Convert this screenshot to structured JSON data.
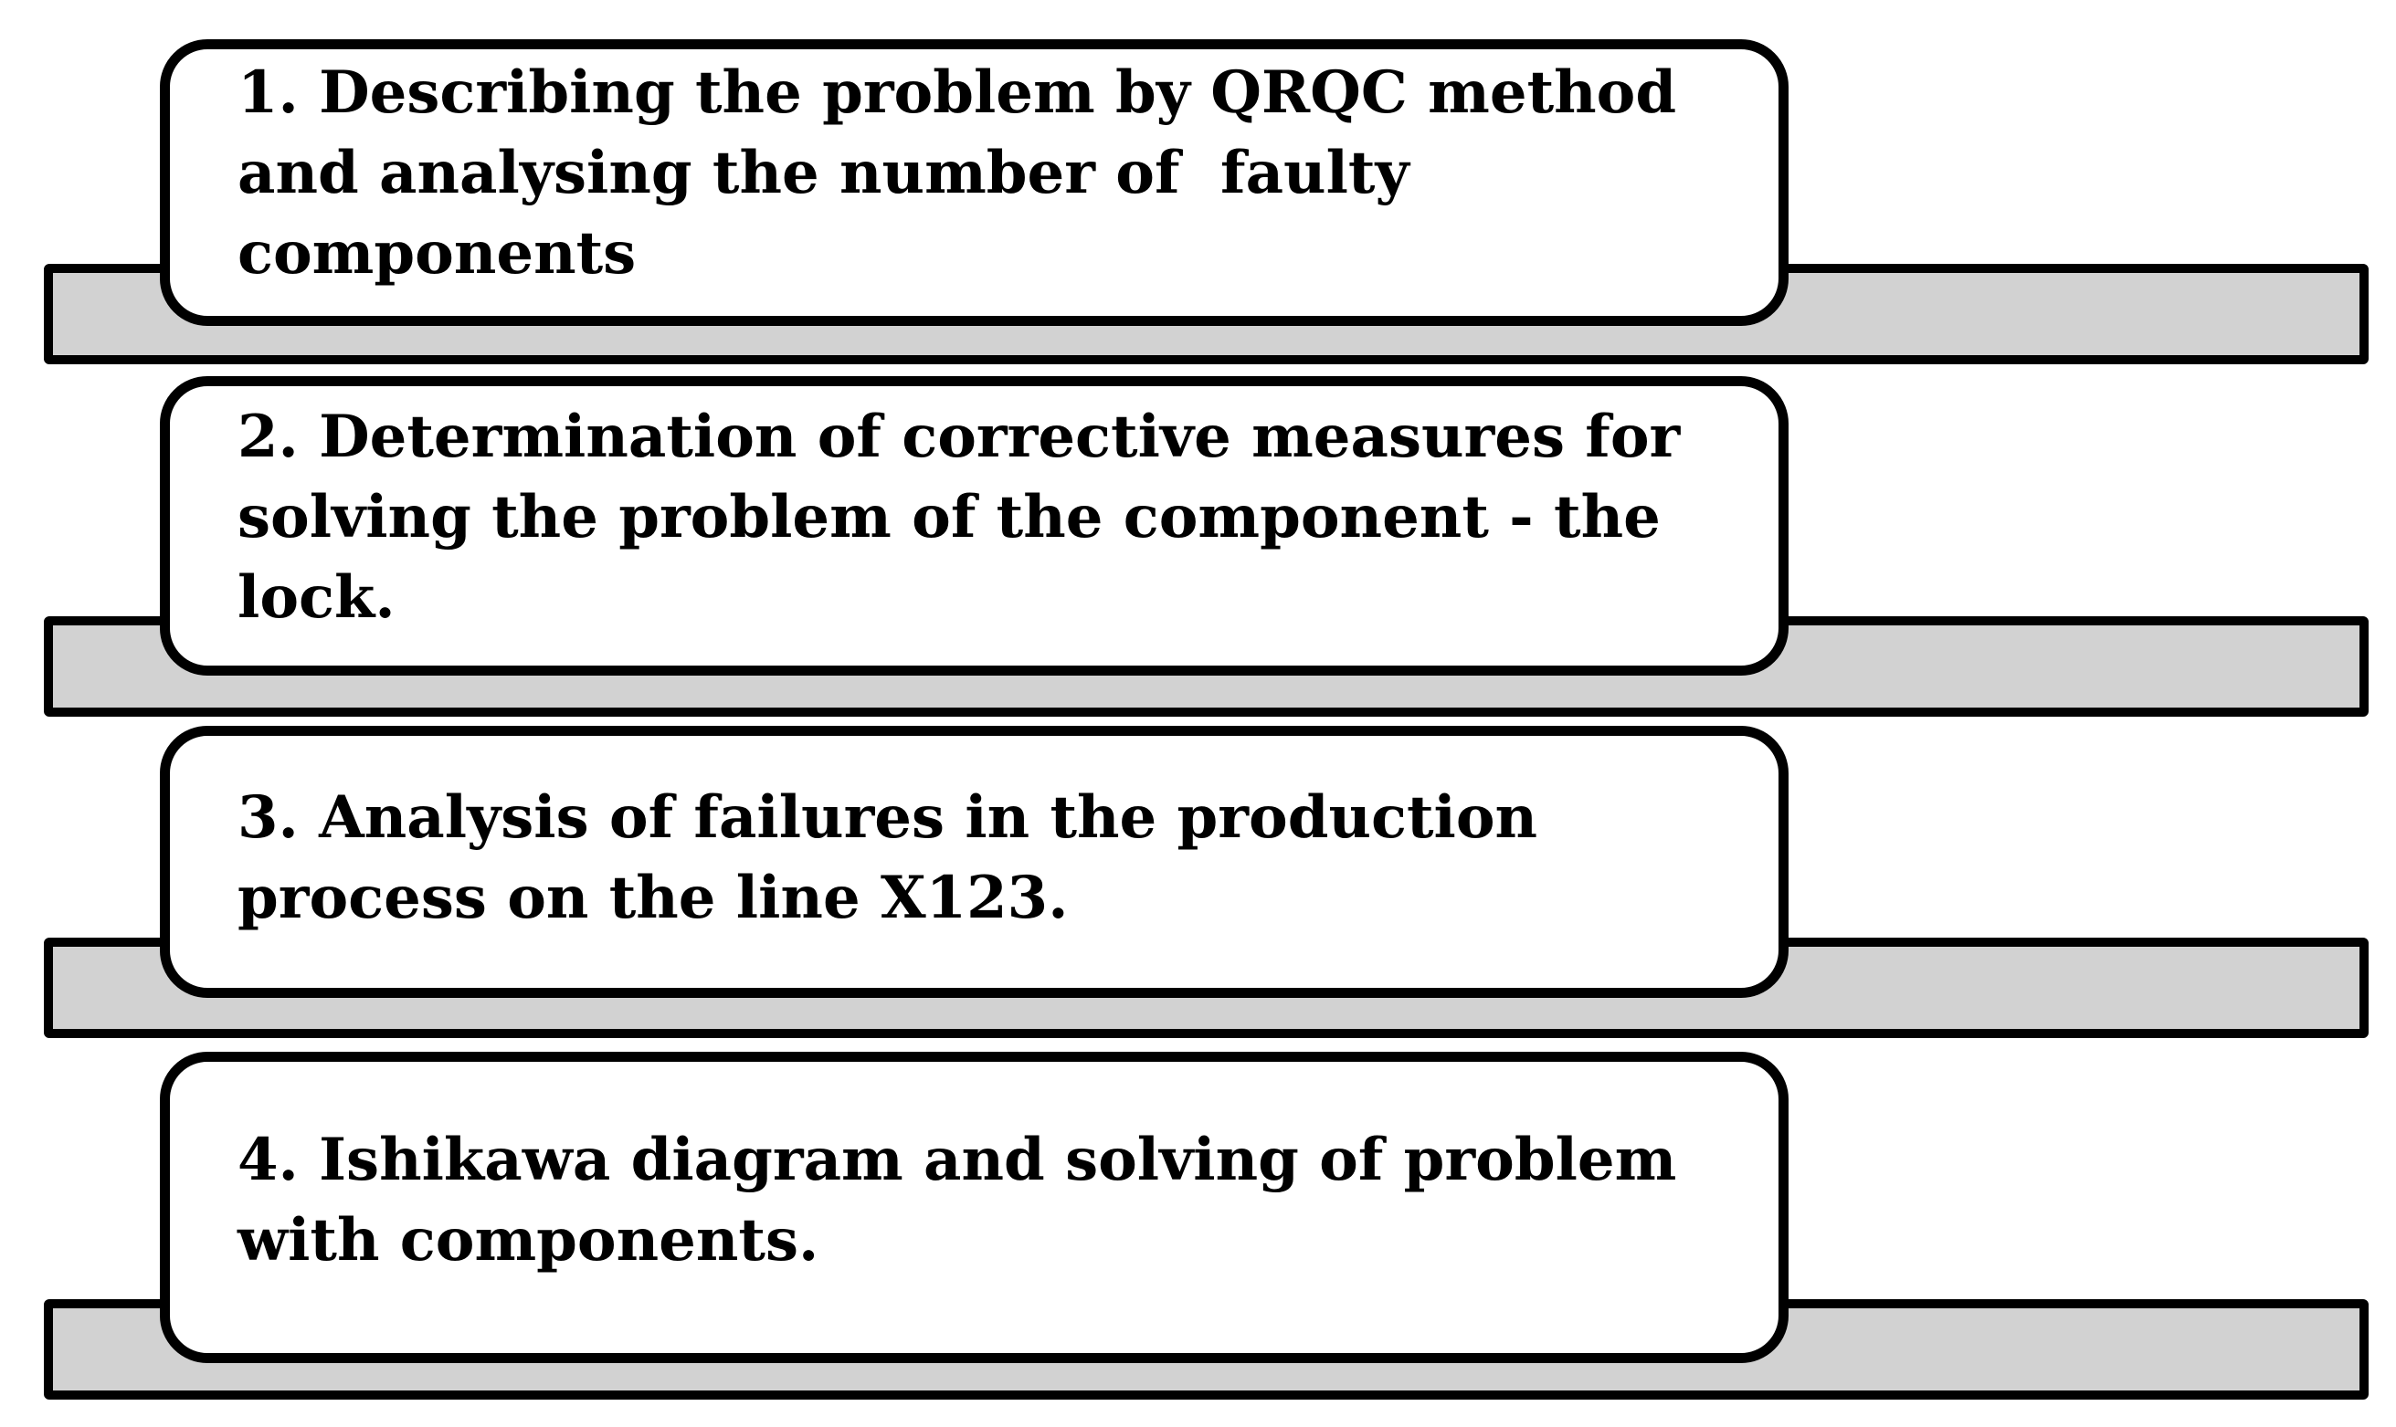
{
  "diagram": {
    "colors": {
      "background": "#ffffff",
      "box_fill": "#ffffff",
      "bar_fill": "#d2d2d2",
      "outline": "#000000",
      "text": "#000000"
    },
    "steps": [
      {
        "text": "1. Describing the problem by QRQC method and analysing the number of  faulty components",
        "lines": [
          "1. Describing the problem by QRQC method",
          "and analysing the number of  faulty",
          "components"
        ]
      },
      {
        "text": "2. Determination of corrective measures for solving the problem of the component - the lock.",
        "lines": [
          "2. Determination of corrective measures for",
          "solving the problem of the component - the",
          "lock."
        ]
      },
      {
        "text": "3. Analysis of failures in the production process on the line X123.",
        "lines": [
          "3. Analysis of failures in the production",
          "process on the line X123."
        ]
      },
      {
        "text": "4. Ishikawa diagram and solving of problem with components.",
        "lines": [
          "4. Ishikawa diagram and solving of problem",
          "with components."
        ]
      }
    ]
  }
}
